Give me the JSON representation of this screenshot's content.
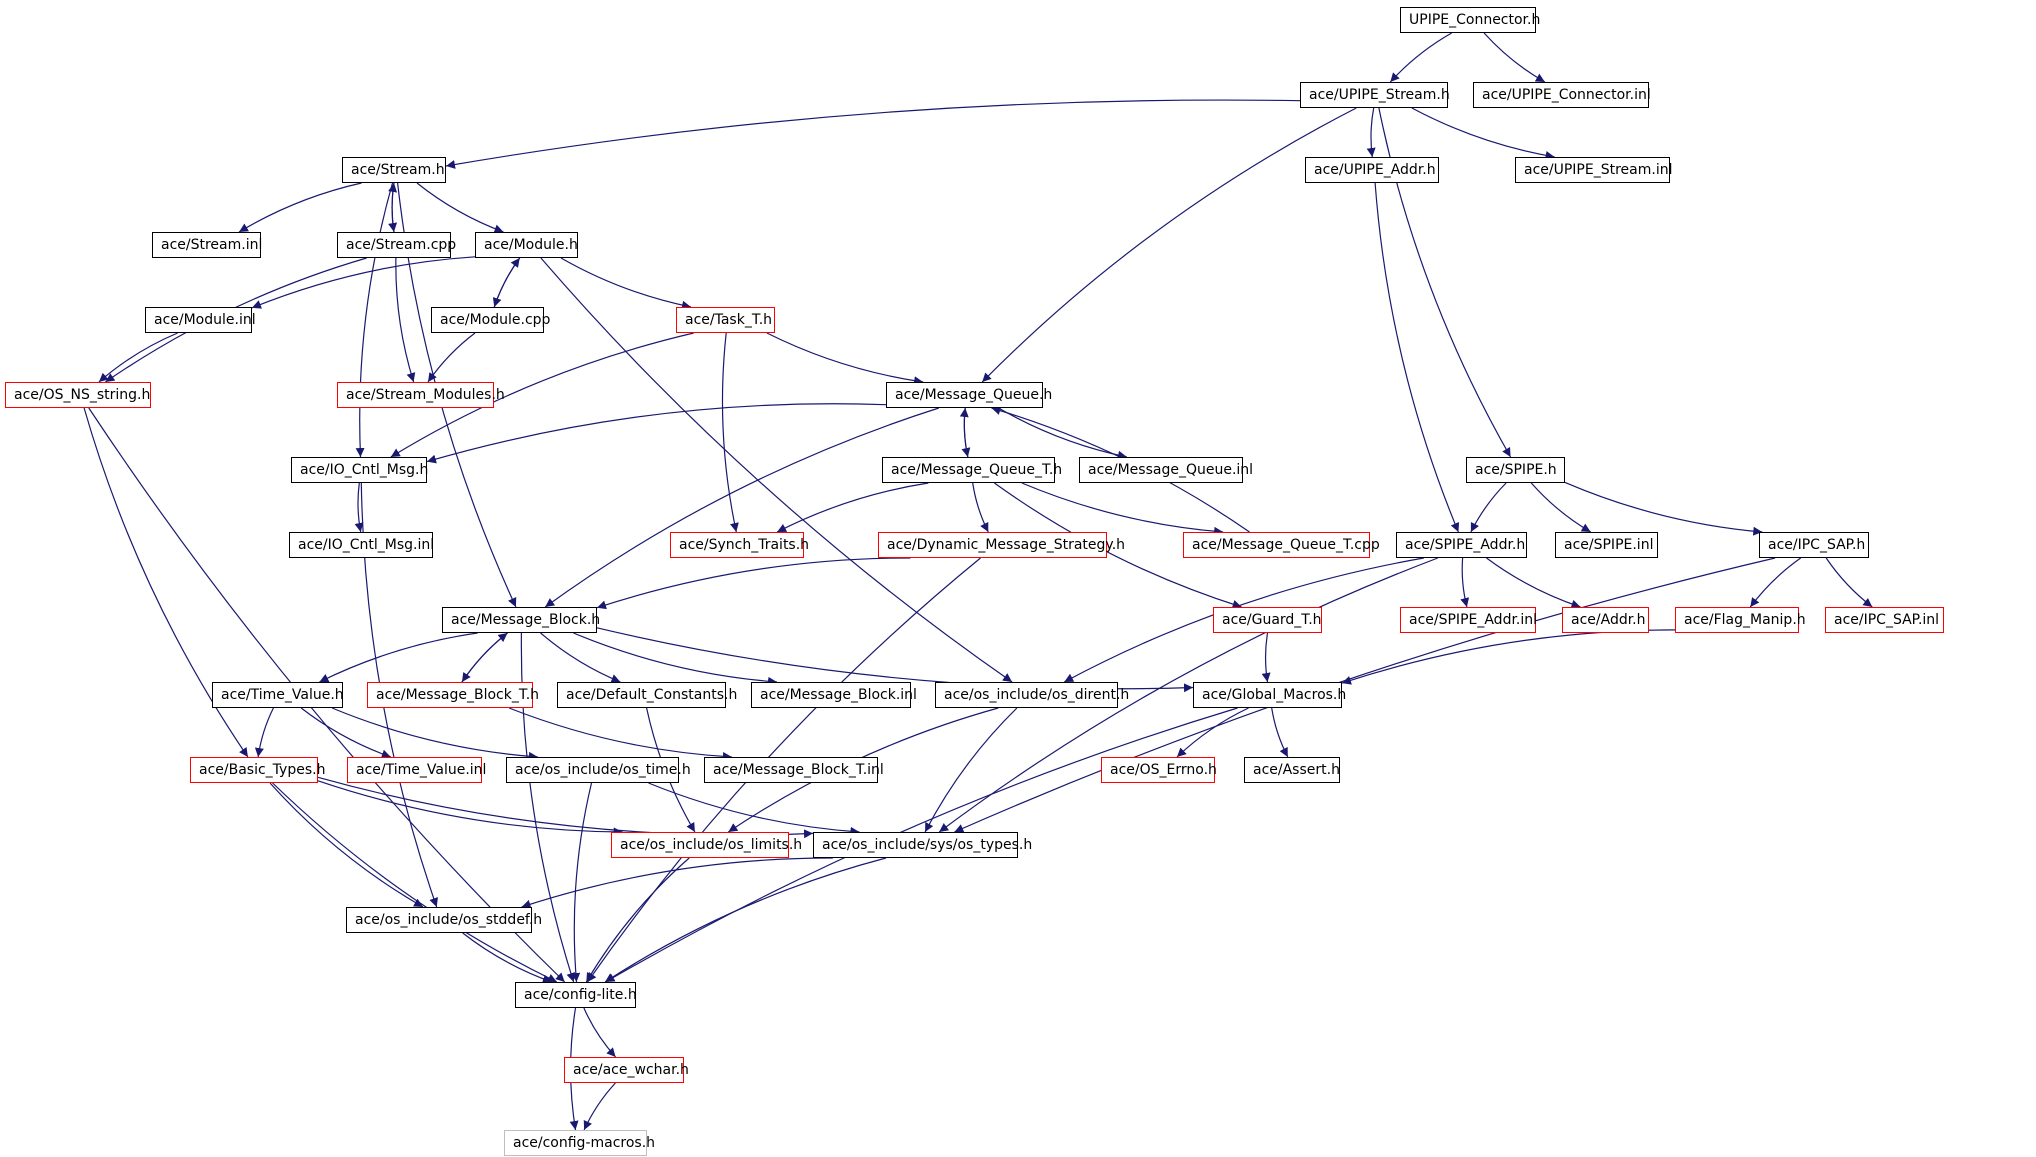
{
  "colors": {
    "edge": "#191970",
    "normal_border": "#000000",
    "incomplete_border": "#ff0000",
    "root_fill": "#bfbfbf",
    "external_border": "#bfbfbf"
  },
  "nodes": [
    {
      "id": "n1",
      "label": "UPIPE_Connector.h",
      "style": "root"
    },
    {
      "id": "n2",
      "label": "ace/UPIPE_Stream.h",
      "style": "normal"
    },
    {
      "id": "n3",
      "label": "ace/UPIPE_Connector.inl",
      "style": "normal"
    },
    {
      "id": "n4",
      "label": "ace/Stream.h",
      "style": "normal"
    },
    {
      "id": "n5",
      "label": "ace/UPIPE_Addr.h",
      "style": "normal"
    },
    {
      "id": "n6",
      "label": "ace/UPIPE_Stream.inl",
      "style": "normal"
    },
    {
      "id": "n7",
      "label": "ace/Stream.inl",
      "style": "normal"
    },
    {
      "id": "n8",
      "label": "ace/Stream.cpp",
      "style": "normal"
    },
    {
      "id": "n9",
      "label": "ace/Module.h",
      "style": "normal"
    },
    {
      "id": "n10",
      "label": "ace/Module.inl",
      "style": "normal"
    },
    {
      "id": "n11",
      "label": "ace/Module.cpp",
      "style": "normal"
    },
    {
      "id": "n12",
      "label": "ace/Task_T.h",
      "style": "red"
    },
    {
      "id": "n13",
      "label": "ace/OS_NS_string.h",
      "style": "red"
    },
    {
      "id": "n14",
      "label": "ace/Stream_Modules.h",
      "style": "red"
    },
    {
      "id": "n15",
      "label": "ace/Message_Queue.h",
      "style": "normal"
    },
    {
      "id": "n16",
      "label": "ace/IO_Cntl_Msg.h",
      "style": "normal"
    },
    {
      "id": "n17",
      "label": "ace/Message_Queue_T.h",
      "style": "normal"
    },
    {
      "id": "n18",
      "label": "ace/Message_Queue.inl",
      "style": "normal"
    },
    {
      "id": "n19",
      "label": "ace/SPIPE.h",
      "style": "normal"
    },
    {
      "id": "n20",
      "label": "ace/IO_Cntl_Msg.inl",
      "style": "normal"
    },
    {
      "id": "n21",
      "label": "ace/Synch_Traits.h",
      "style": "red"
    },
    {
      "id": "n22",
      "label": "ace/Dynamic_Message_Strategy.h",
      "style": "red"
    },
    {
      "id": "n23",
      "label": "ace/Message_Queue_T.cpp",
      "style": "red"
    },
    {
      "id": "n24",
      "label": "ace/SPIPE_Addr.h",
      "style": "normal"
    },
    {
      "id": "n25",
      "label": "ace/SPIPE.inl",
      "style": "normal"
    },
    {
      "id": "n26",
      "label": "ace/IPC_SAP.h",
      "style": "normal"
    },
    {
      "id": "n27",
      "label": "ace/Message_Block.h",
      "style": "normal"
    },
    {
      "id": "n28",
      "label": "ace/Guard_T.h",
      "style": "red"
    },
    {
      "id": "n29",
      "label": "ace/SPIPE_Addr.inl",
      "style": "red"
    },
    {
      "id": "n30",
      "label": "ace/Addr.h",
      "style": "red"
    },
    {
      "id": "n31",
      "label": "ace/Flag_Manip.h",
      "style": "red"
    },
    {
      "id": "n32",
      "label": "ace/IPC_SAP.inl",
      "style": "red"
    },
    {
      "id": "n33",
      "label": "ace/Time_Value.h",
      "style": "normal"
    },
    {
      "id": "n34",
      "label": "ace/Message_Block_T.h",
      "style": "red"
    },
    {
      "id": "n35",
      "label": "ace/Default_Constants.h",
      "style": "normal"
    },
    {
      "id": "n36",
      "label": "ace/Message_Block.inl",
      "style": "normal"
    },
    {
      "id": "n37",
      "label": "ace/os_include/os_dirent.h",
      "style": "normal"
    },
    {
      "id": "n38",
      "label": "ace/Global_Macros.h",
      "style": "normal"
    },
    {
      "id": "n39",
      "label": "ace/Basic_Types.h",
      "style": "red"
    },
    {
      "id": "n40",
      "label": "ace/Time_Value.inl",
      "style": "red"
    },
    {
      "id": "n41",
      "label": "ace/os_include/os_time.h",
      "style": "normal"
    },
    {
      "id": "n42",
      "label": "ace/Message_Block_T.inl",
      "style": "normal"
    },
    {
      "id": "n43",
      "label": "ace/OS_Errno.h",
      "style": "red"
    },
    {
      "id": "n44",
      "label": "ace/Assert.h",
      "style": "normal"
    },
    {
      "id": "n45",
      "label": "ace/os_include/os_limits.h",
      "style": "red"
    },
    {
      "id": "n46",
      "label": "ace/os_include/sys/os_types.h",
      "style": "normal"
    },
    {
      "id": "n47",
      "label": "ace/os_include/os_stddef.h",
      "style": "normal"
    },
    {
      "id": "n48",
      "label": "ace/config-lite.h",
      "style": "normal"
    },
    {
      "id": "n49",
      "label": "ace/ace_wchar.h",
      "style": "red"
    },
    {
      "id": "n50",
      "label": "ace/config-macros.h",
      "style": "grey"
    }
  ],
  "edges": [
    [
      "n1",
      "n2"
    ],
    [
      "n1",
      "n3"
    ],
    [
      "n2",
      "n4"
    ],
    [
      "n2",
      "n15"
    ],
    [
      "n2",
      "n5"
    ],
    [
      "n2",
      "n6"
    ],
    [
      "n2",
      "n19"
    ],
    [
      "n4",
      "n7"
    ],
    [
      "n4",
      "n8"
    ],
    [
      "n4",
      "n9"
    ],
    [
      "n4",
      "n16"
    ],
    [
      "n4",
      "n27"
    ],
    [
      "n8",
      "n4"
    ],
    [
      "n8",
      "n13"
    ],
    [
      "n8",
      "n14"
    ],
    [
      "n9",
      "n10"
    ],
    [
      "n9",
      "n11"
    ],
    [
      "n9",
      "n12"
    ],
    [
      "n9",
      "n37"
    ],
    [
      "n11",
      "n9"
    ],
    [
      "n11",
      "n14"
    ],
    [
      "n10",
      "n13"
    ],
    [
      "n12",
      "n15"
    ],
    [
      "n12",
      "n16"
    ],
    [
      "n12",
      "n21"
    ],
    [
      "n13",
      "n39"
    ],
    [
      "n13",
      "n48"
    ],
    [
      "n15",
      "n17"
    ],
    [
      "n15",
      "n18"
    ],
    [
      "n15",
      "n16"
    ],
    [
      "n15",
      "n27"
    ],
    [
      "n17",
      "n15"
    ],
    [
      "n17",
      "n21"
    ],
    [
      "n17",
      "n22"
    ],
    [
      "n17",
      "n23"
    ],
    [
      "n17",
      "n28"
    ],
    [
      "n23",
      "n15"
    ],
    [
      "n16",
      "n20"
    ],
    [
      "n16",
      "n47"
    ],
    [
      "n22",
      "n27"
    ],
    [
      "n22",
      "n48"
    ],
    [
      "n5",
      "n24"
    ],
    [
      "n19",
      "n24"
    ],
    [
      "n19",
      "n25"
    ],
    [
      "n19",
      "n26"
    ],
    [
      "n24",
      "n29"
    ],
    [
      "n24",
      "n30"
    ],
    [
      "n24",
      "n37"
    ],
    [
      "n24",
      "n46"
    ],
    [
      "n26",
      "n31"
    ],
    [
      "n26",
      "n32"
    ],
    [
      "n26",
      "n46"
    ],
    [
      "n31",
      "n38"
    ],
    [
      "n28",
      "n38"
    ],
    [
      "n27",
      "n33"
    ],
    [
      "n27",
      "n34"
    ],
    [
      "n27",
      "n35"
    ],
    [
      "n27",
      "n36"
    ],
    [
      "n27",
      "n38"
    ],
    [
      "n27",
      "n48"
    ],
    [
      "n34",
      "n27"
    ],
    [
      "n34",
      "n42"
    ],
    [
      "n35",
      "n45"
    ],
    [
      "n33",
      "n39"
    ],
    [
      "n33",
      "n40"
    ],
    [
      "n33",
      "n41"
    ],
    [
      "n37",
      "n45"
    ],
    [
      "n37",
      "n46"
    ],
    [
      "n38",
      "n43"
    ],
    [
      "n38",
      "n44"
    ],
    [
      "n38",
      "n48"
    ],
    [
      "n39",
      "n45"
    ],
    [
      "n39",
      "n46"
    ],
    [
      "n39",
      "n47"
    ],
    [
      "n39",
      "n48"
    ],
    [
      "n41",
      "n46"
    ],
    [
      "n41",
      "n48"
    ],
    [
      "n45",
      "n48"
    ],
    [
      "n46",
      "n47"
    ],
    [
      "n46",
      "n48"
    ],
    [
      "n47",
      "n48"
    ],
    [
      "n48",
      "n49"
    ],
    [
      "n48",
      "n50"
    ],
    [
      "n49",
      "n50"
    ]
  ]
}
